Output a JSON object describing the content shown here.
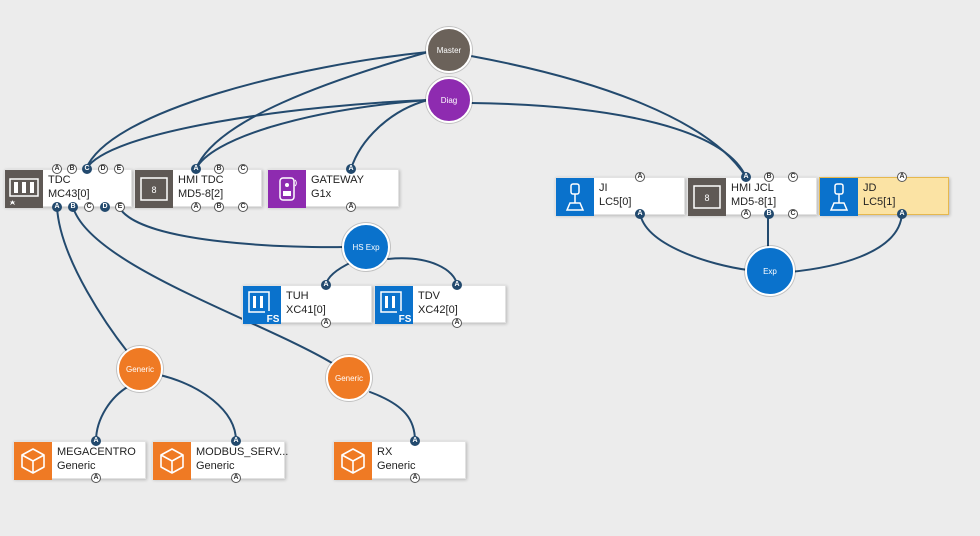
{
  "colors": {
    "wire": "#234a6e",
    "hub_master": "#6b625a",
    "hub_diag": "#8e2bb0",
    "hub_blue": "#0a72cc",
    "hub_orange": "#ef7a24",
    "icon_gray": "#5f5955",
    "icon_blue": "#0a72cc",
    "icon_purple": "#8e2bb0",
    "icon_orange": "#ef7a24",
    "selected_bg": "#fbe3a4"
  },
  "hubs": {
    "master": "Master",
    "diag": "Diag",
    "hs_exp": "HS Exp",
    "exp": "Exp",
    "generic_1": "Generic",
    "generic_2": "Generic"
  },
  "devices": {
    "tdc": {
      "name": "TDC",
      "model": "MC43[0]",
      "icon": "controller-icon"
    },
    "hmi_tdc": {
      "name": "HMI TDC",
      "model": "MD5-8[2]",
      "icon": "display-icon",
      "icon_text": "8"
    },
    "gateway": {
      "name": "GATEWAY",
      "model": "G1x",
      "icon": "gateway-icon"
    },
    "tuh": {
      "name": "TUH",
      "model": "XC41[0]",
      "icon": "io-module-icon",
      "badge": "FS"
    },
    "tdv": {
      "name": "TDV",
      "model": "XC42[0]",
      "icon": "io-module-icon",
      "badge": "FS"
    },
    "ji": {
      "name": "JI",
      "model": "LC5[0]",
      "icon": "joystick-icon"
    },
    "hmi_jcl": {
      "name": "HMI JCL",
      "model": "MD5-8[1]",
      "icon": "display-icon",
      "icon_text": "8"
    },
    "jd": {
      "name": "JD",
      "model": "LC5[1]",
      "icon": "joystick-icon"
    },
    "megacentro": {
      "name": "MEGACENTRO",
      "model": "Generic",
      "icon": "cube-icon"
    },
    "modbus": {
      "name": "MODBUS_SERV...",
      "model": "Generic",
      "icon": "cube-icon"
    },
    "rx": {
      "name": "RX",
      "model": "Generic",
      "icon": "cube-icon"
    }
  },
  "ports": {
    "tdc_top": [
      "A",
      "B",
      "C",
      "D",
      "E"
    ],
    "tdc_bottom": [
      "A",
      "B",
      "C",
      "D",
      "E"
    ],
    "hmi_tdc_top": [
      "A",
      "B",
      "C"
    ],
    "hmi_tdc_bottom": [
      "A",
      "B",
      "C"
    ],
    "gateway_top": [
      "A"
    ],
    "gateway_bottom": [
      "A"
    ],
    "tuh_top": [
      "A"
    ],
    "tuh_bottom": [
      "A"
    ],
    "tdv_top": [
      "A"
    ],
    "tdv_bottom": [
      "A"
    ],
    "ji_top": [
      "A"
    ],
    "ji_bottom": [
      "A"
    ],
    "hmi_jcl_top": [
      "A",
      "B",
      "C"
    ],
    "hmi_jcl_bottom": [
      "A",
      "B",
      "C"
    ],
    "jd_top": [
      "A"
    ],
    "jd_bottom": [
      "A"
    ],
    "megacentro_top": [
      "A"
    ],
    "megacentro_bottom": [
      "A"
    ],
    "modbus_top": [
      "A"
    ],
    "modbus_bottom": [
      "A"
    ],
    "rx_top": [
      "A"
    ],
    "rx_bottom": [
      "A"
    ]
  }
}
